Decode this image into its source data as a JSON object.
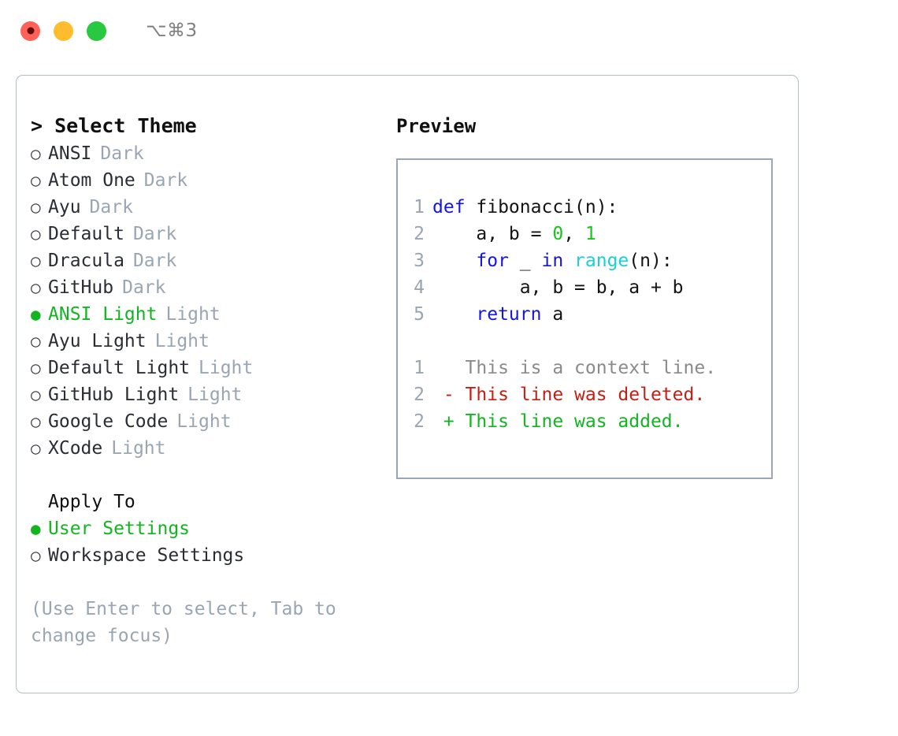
{
  "titlebar": {
    "shortcut": "⌥⌘3",
    "lights": [
      {
        "name": "close",
        "color": "#ff6159"
      },
      {
        "name": "minimize",
        "color": "#ffbd2e"
      },
      {
        "name": "zoom",
        "color": "#28c840"
      }
    ]
  },
  "left": {
    "heading": "> Select Theme",
    "bullet_selected": "●",
    "bullet_unselected": "○",
    "themes": [
      {
        "name": "ANSI",
        "tag": "Dark",
        "selected": false
      },
      {
        "name": "Atom One",
        "tag": "Dark",
        "selected": false
      },
      {
        "name": "Ayu",
        "tag": "Dark",
        "selected": false
      },
      {
        "name": "Default",
        "tag": "Dark",
        "selected": false
      },
      {
        "name": "Dracula",
        "tag": "Dark",
        "selected": false
      },
      {
        "name": "GitHub",
        "tag": "Dark",
        "selected": false
      },
      {
        "name": "ANSI Light",
        "tag": "Light",
        "selected": true
      },
      {
        "name": "Ayu Light",
        "tag": "Light",
        "selected": false
      },
      {
        "name": "Default Light",
        "tag": "Light",
        "selected": false
      },
      {
        "name": "GitHub Light",
        "tag": "Light",
        "selected": false
      },
      {
        "name": "Google Code",
        "tag": "Light",
        "selected": false
      },
      {
        "name": "XCode",
        "tag": "Light",
        "selected": false
      }
    ],
    "apply_heading": "Apply To",
    "apply_options": [
      {
        "label": "User Settings",
        "selected": true
      },
      {
        "label": "Workspace Settings",
        "selected": false
      }
    ],
    "hint": "(Use Enter to select, Tab to change focus)"
  },
  "right": {
    "heading": "Preview",
    "code_lines": [
      {
        "num": "1",
        "tokens": [
          {
            "t": "def ",
            "c": "kw"
          },
          {
            "t": "fibonacci(n):",
            "c": "plain"
          }
        ]
      },
      {
        "num": "2",
        "tokens": [
          {
            "t": "    a, b = ",
            "c": "plain"
          },
          {
            "t": "0",
            "c": "num"
          },
          {
            "t": ", ",
            "c": "plain"
          },
          {
            "t": "1",
            "c": "num"
          }
        ]
      },
      {
        "num": "3",
        "tokens": [
          {
            "t": "    ",
            "c": "plain"
          },
          {
            "t": "for",
            "c": "kw"
          },
          {
            "t": " _ ",
            "c": "plain"
          },
          {
            "t": "in",
            "c": "kw"
          },
          {
            "t": " ",
            "c": "plain"
          },
          {
            "t": "range",
            "c": "fn"
          },
          {
            "t": "(n):",
            "c": "plain"
          }
        ]
      },
      {
        "num": "4",
        "tokens": [
          {
            "t": "        a, b = b, a + b",
            "c": "plain"
          }
        ]
      },
      {
        "num": "5",
        "tokens": [
          {
            "t": "    ",
            "c": "plain"
          },
          {
            "t": "return",
            "c": "kw"
          },
          {
            "t": " a",
            "c": "plain"
          }
        ]
      }
    ],
    "diff_lines": [
      {
        "num": "1",
        "marker": " ",
        "text": " This is a context line.",
        "kind": "ctx"
      },
      {
        "num": "2",
        "marker": "-",
        "text": " This line was deleted.",
        "kind": "del"
      },
      {
        "num": "2",
        "marker": "+",
        "text": " This line was added.",
        "kind": "add"
      }
    ]
  },
  "colors": {
    "keyword": "#1515e0",
    "function": "#1ad0d0",
    "number": "#16c716",
    "plain": "#141414",
    "line_number": "#9aa5b4",
    "diff_context": "#8a8a8a",
    "diff_deleted": "#c41f14",
    "diff_added": "#12b521",
    "selected_green": "#12b521",
    "tag_gray": "#9aa5b4",
    "border": "#b4bcc9",
    "panel_border": "#9aa6b7"
  }
}
